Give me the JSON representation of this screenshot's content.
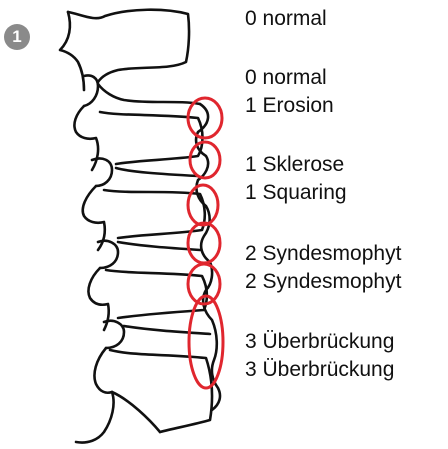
{
  "badge": {
    "text": "1",
    "color": "#8a8a8a"
  },
  "colors": {
    "outline": "#111111",
    "highlight": "#e0262e"
  },
  "labels": [
    {
      "score": "0",
      "text": "0 normal"
    },
    {
      "score": "0",
      "text": "0 normal"
    },
    {
      "score": "1",
      "text": "1 Erosion"
    },
    {
      "score": "1",
      "text": "1 Sklerose"
    },
    {
      "score": "1",
      "text": "1 Squaring"
    },
    {
      "score": "2",
      "text": "2 Syndesmophyt"
    },
    {
      "score": "2",
      "text": "2 Syndesmophyt"
    },
    {
      "score": "3",
      "text": "3 Überbrückung"
    },
    {
      "score": "3",
      "text": "3 Überbrückung"
    }
  ],
  "markers": [
    {
      "label": "1 Erosion"
    },
    {
      "label": "1 Sklerose"
    },
    {
      "label": "1 Squaring"
    },
    {
      "label": "2 Syndesmophyt"
    },
    {
      "label": "2 Syndesmophyt"
    },
    {
      "label": "3 Überbrückung"
    }
  ]
}
